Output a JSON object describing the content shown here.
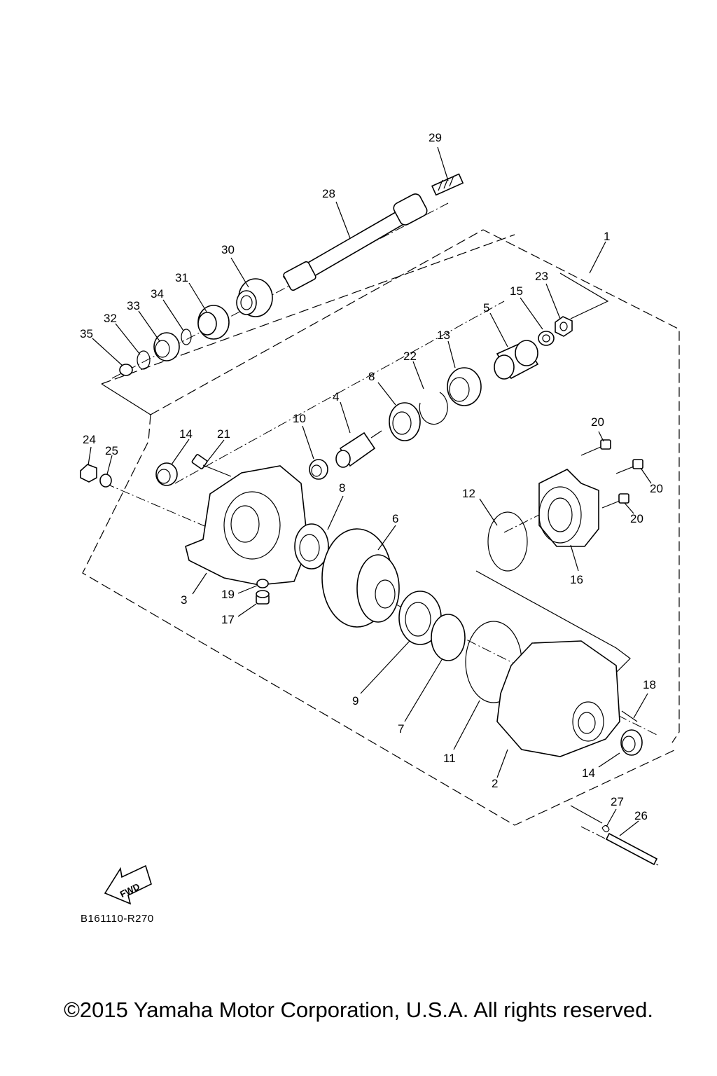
{
  "figure": {
    "reference_code": "B161110-R270",
    "fwd_label": "FWD",
    "copyright": "©2015 Yamaha Motor Corporation, U.S.A. All rights reserved."
  },
  "callouts": {
    "c1": "1",
    "c2": "2",
    "c3": "3",
    "c4": "4",
    "c5": "5",
    "c6": "6",
    "c7": "7",
    "c8a": "8",
    "c8b": "8",
    "c9": "9",
    "c10": "10",
    "c11": "11",
    "c12": "12",
    "c13": "13",
    "c14a": "14",
    "c14b": "14",
    "c15": "15",
    "c16": "16",
    "c17": "17",
    "c18": "18",
    "c19": "19",
    "c20a": "20",
    "c20b": "20",
    "c20c": "20",
    "c21": "21",
    "c22": "22",
    "c23": "23",
    "c24": "24",
    "c25": "25",
    "c26": "26",
    "c27": "27",
    "c28": "28",
    "c29": "29",
    "c30": "30",
    "c31": "31",
    "c32": "32",
    "c33": "33",
    "c34": "34",
    "c35": "35"
  }
}
